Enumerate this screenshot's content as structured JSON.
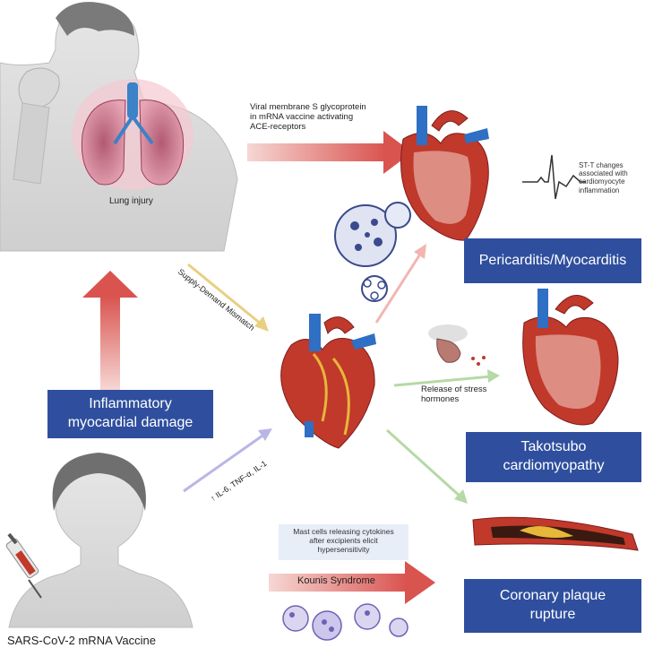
{
  "labels": {
    "lung_injury": "Lung injury",
    "viral_text": "Viral membrane S glycoprotein\nin mRNA vaccine activating\nACE-receptors",
    "st_changes": "ST-T changes\nassociated with\ncardiomyocyte\ninflammation",
    "supply_demand": "Supply-Demand Mismatch",
    "release_stress": "Release of stress\nhormones",
    "cytokines": "↑ IL-6, TNF-α, IL-1",
    "mast_cells": "Mast cells releasing cytokines\nafter excipients elicit\nhypersensitivity",
    "kounis": "Kounis Syndrome",
    "vaccine": "SARS-CoV-2 mRNA Vaccine"
  },
  "boxes": {
    "inflammatory": "Inflammatory\nmyocardial damage",
    "pericarditis": "Pericarditis/Myocarditis",
    "takotsubo": "Takotsubo\ncardiomyopathy",
    "coronary": "Coronary plaque\nrupture"
  },
  "colors": {
    "box": "#2f4f9e",
    "arrow_red": "#d9534f",
    "arrow_yellow": "#e8cf82",
    "arrow_pink": "#f2b5b0",
    "arrow_green": "#b6d9a6",
    "arrow_purple": "#b9b6e6",
    "heart": "#c0392b",
    "vessel_blue": "#2f6fc4"
  }
}
